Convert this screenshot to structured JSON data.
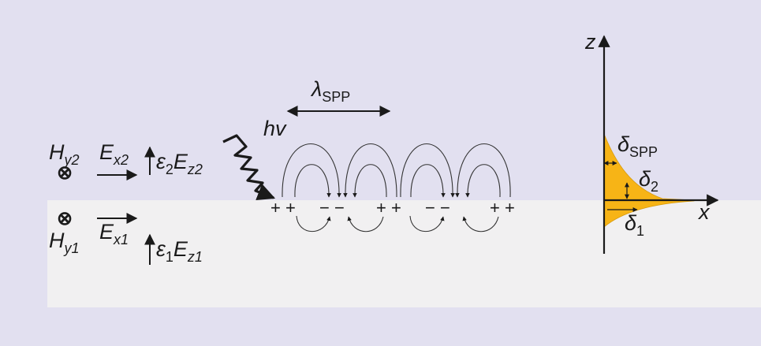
{
  "colors": {
    "background": "#e2e0f0",
    "metal": "#f1f0f1",
    "decay_fill": "#f7b416",
    "ink": "#1a1a1a"
  },
  "labels": {
    "lambda_sym": "λ",
    "lambda_sub": "SPP",
    "hv": "hv",
    "Hy2_main": "H",
    "Hy2_sub": "y2",
    "Ex2_main": "E",
    "Ex2_sub": "x2",
    "eps2_sym": "ε",
    "eps2_num": "2",
    "Ez2_main": "E",
    "Ez2_sub": "z2",
    "Hy1_main": "H",
    "Hy1_sub": "y1",
    "Ex1_main": "E",
    "Ex1_sub": "x1",
    "eps1_sym": "ε",
    "eps1_num": "1",
    "Ez1_main": "E",
    "Ez1_sub": "z1",
    "otimes": "⊗",
    "axis_z": "z",
    "axis_x": "x",
    "delta_spp_sym": "δ",
    "delta_spp_sub": "SPP",
    "delta2_sym": "δ",
    "delta2_sub": "2",
    "delta1_sym": "δ",
    "delta1_sub": "1",
    "charges": [
      "+ +",
      "− −",
      "+ +",
      "− −",
      "+ +"
    ]
  }
}
